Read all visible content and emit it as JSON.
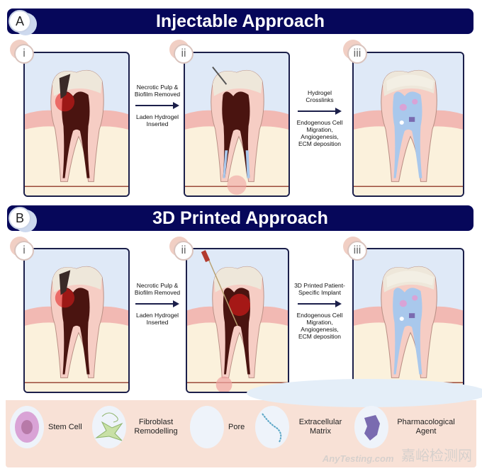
{
  "section_a": {
    "badge": "A",
    "title": "Injectable Approach",
    "panels": [
      {
        "label": "i"
      },
      {
        "label": "ii"
      },
      {
        "label": "iii"
      }
    ],
    "step1": {
      "above": "Necrotic Pulp & Biofilm Removed",
      "below": "Laden Hydrogel Inserted"
    },
    "step2": {
      "above": "Hydrogel Crosslinks",
      "below": "Endogenous Cell Migration, Angiogenesis, ECM deposition"
    }
  },
  "section_b": {
    "badge": "B",
    "title": "3D Printed Approach",
    "panels": [
      {
        "label": "i"
      },
      {
        "label": "ii"
      },
      {
        "label": "iii"
      }
    ],
    "step1": {
      "above": "Necrotic Pulp & Biofilm Removed",
      "below": "Laden Hydrogel Inserted"
    },
    "step2": {
      "above": "3D Printed Patient-Specific Implant",
      "below": "Endogenous Cell Migration, Angiogenesis, ECM deposition"
    }
  },
  "legend": [
    {
      "icon": "stem-cell-icon",
      "label": "Stem Cell"
    },
    {
      "icon": "fibroblast-icon",
      "label": "Fibroblast Remodelling"
    },
    {
      "icon": "pore-icon",
      "label": "Pore"
    },
    {
      "icon": "extracellular-matrix-icon",
      "label": "Extracellular Matrix"
    },
    {
      "icon": "pharmacological-agent-icon",
      "label": "Pharmacological Agent"
    }
  ],
  "watermark": {
    "cn": "嘉峪检测网",
    "en": "AnyTesting.com"
  },
  "colors": {
    "banner": "#06075a",
    "pulp_necrotic": "#4a1410",
    "gum": "#f2b9b3",
    "hydrogel": "#a9c8ec"
  }
}
